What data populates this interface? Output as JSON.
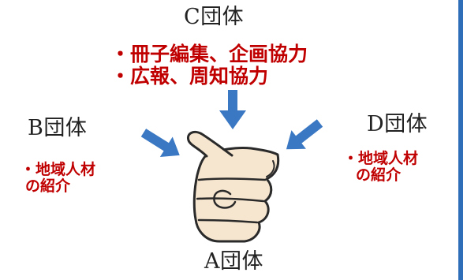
{
  "orgs": {
    "c": {
      "name": "C団体",
      "roles": [
        "・冊子編集、企画協力",
        "・広報、周知協力"
      ]
    },
    "b": {
      "name": "B団体",
      "roles": [
        "・地域人材",
        "の紹介"
      ]
    },
    "d": {
      "name": "D団体",
      "roles": [
        "・地域人材",
        "の紹介"
      ]
    },
    "a": {
      "name": "A団体"
    }
  },
  "colors": {
    "arrow": "#3a78c3",
    "role_text": "#c00000",
    "side_rule": "#2e6db7",
    "hand_fill": "#f7e6cf",
    "hand_outline": "#2a2a2a"
  },
  "icons": {
    "center": "thumbs-up-hand-icon",
    "arrows": "arrow-icon"
  }
}
